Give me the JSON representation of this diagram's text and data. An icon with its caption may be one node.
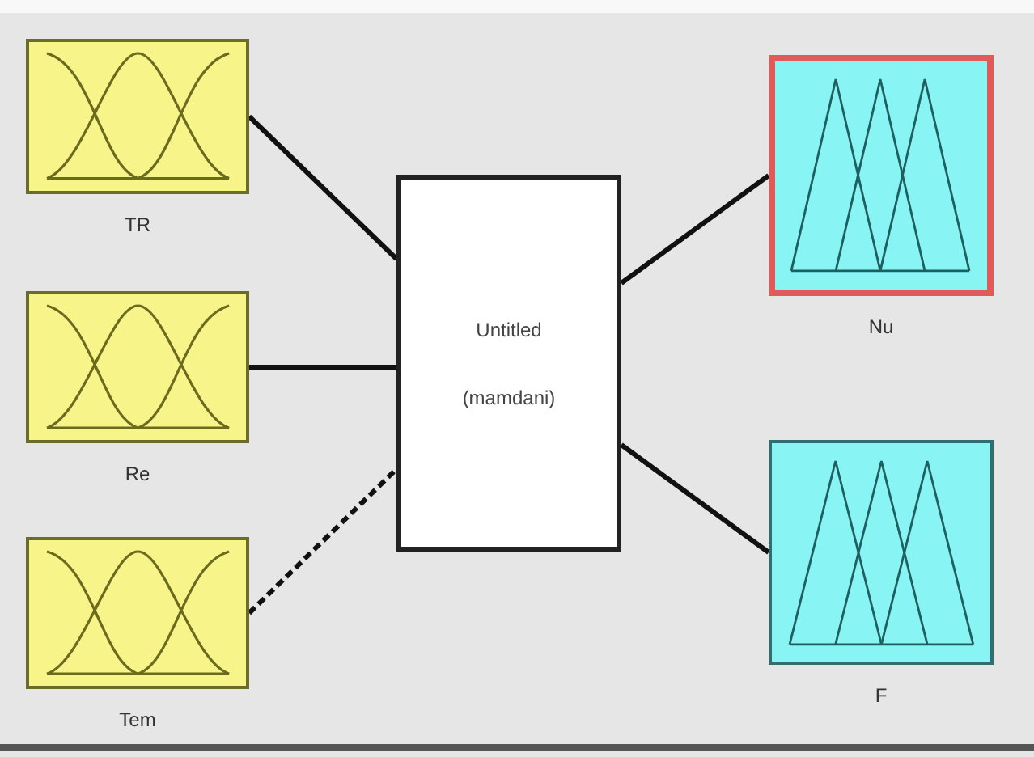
{
  "diagram": {
    "nodes": [
      {
        "text": [
          "TR"
        ]
      },
      {
        "text": [
          "Re"
        ]
      },
      {
        "text": [
          "Tem"
        ]
      },
      {
        "text": [
          "Untitled",
          "(mamdani)"
        ]
      },
      {
        "text": [
          "Nu"
        ]
      },
      {
        "text": [
          "F"
        ]
      }
    ],
    "edges": [
      {
        "from": 0,
        "to": 3,
        "arrow": "none"
      },
      {
        "from": 1,
        "to": 3,
        "arrow": "none"
      },
      {
        "from": 2,
        "to": 3,
        "arrow": "none",
        "style": "dashed"
      },
      {
        "from": 3,
        "to": 4,
        "arrow": "none"
      },
      {
        "from": 3,
        "to": 5,
        "arrow": "none"
      }
    ]
  }
}
